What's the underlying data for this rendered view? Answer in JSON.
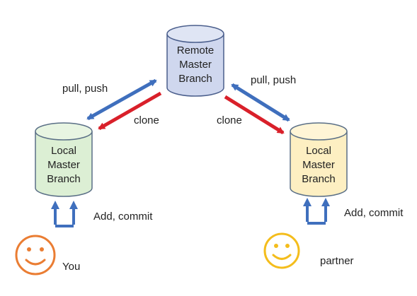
{
  "remote": {
    "line1": "Remote",
    "line2": "Master",
    "line3": "Branch",
    "fill": "#cfd7ee",
    "stroke": "#4a5e8c"
  },
  "local_you": {
    "line1": "Local",
    "line2": "Master",
    "line3": "Branch",
    "fill": "#dcefd4",
    "stroke": "#5a6f86"
  },
  "local_partner": {
    "line1": "Local",
    "line2": "Master",
    "line3": "Branch",
    "fill": "#fdefc2",
    "stroke": "#5a6f86"
  },
  "labels": {
    "pull_push_left": "pull, push",
    "pull_push_right": "pull, push",
    "clone_left": "clone",
    "clone_right": "clone",
    "add_commit_left": "Add, commit",
    "add_commit_right": "Add, commit",
    "you": "You",
    "partner": "partner"
  },
  "colors": {
    "blue_arrow": "#3f6fbd",
    "red_arrow": "#d9202a",
    "you_face": "#ea7d33",
    "partner_face": "#f4bd1c"
  }
}
